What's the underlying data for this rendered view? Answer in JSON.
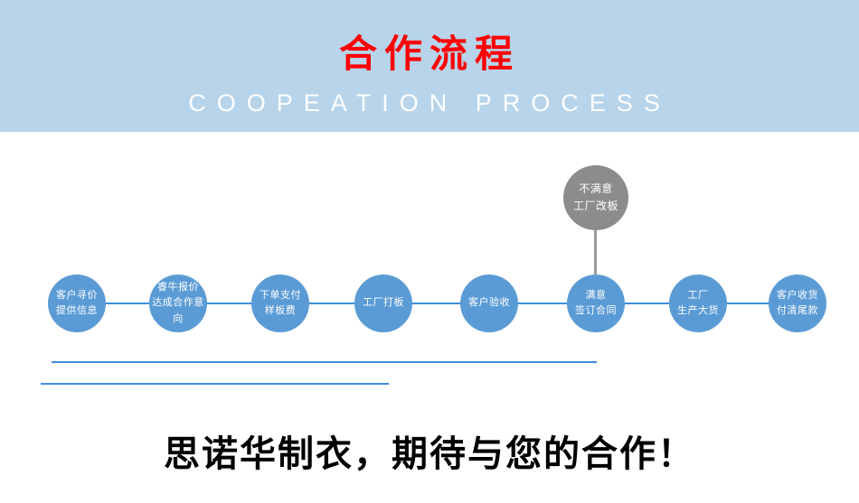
{
  "header": {
    "title": "合作流程",
    "subtitle": "COOPEATION PROCESS"
  },
  "flow": {
    "steps": [
      {
        "text": "客户寻价\n提供信息"
      },
      {
        "text": "睿牛报价\n达成合作意向"
      },
      {
        "text": "下单支付\n样板费"
      },
      {
        "text": "工厂打板"
      },
      {
        "text": "客户验收"
      },
      {
        "text": "满意\n签订合同"
      },
      {
        "text": "工厂\n生产大货"
      },
      {
        "text": "客户收货\n付清尾款"
      }
    ],
    "branch": {
      "text": "不满意\n工厂改板"
    }
  },
  "footer": {
    "slogan": "思诺华制衣，期待与您的合作！"
  },
  "colors": {
    "header_bg": "#b7d4ea",
    "title_red": "#fe0000",
    "subtitle_white": "#ffffff",
    "circle_blue": "#5b9bd5",
    "branch_gray": "#8c8c8c",
    "line_blue": "#3e8ede"
  }
}
